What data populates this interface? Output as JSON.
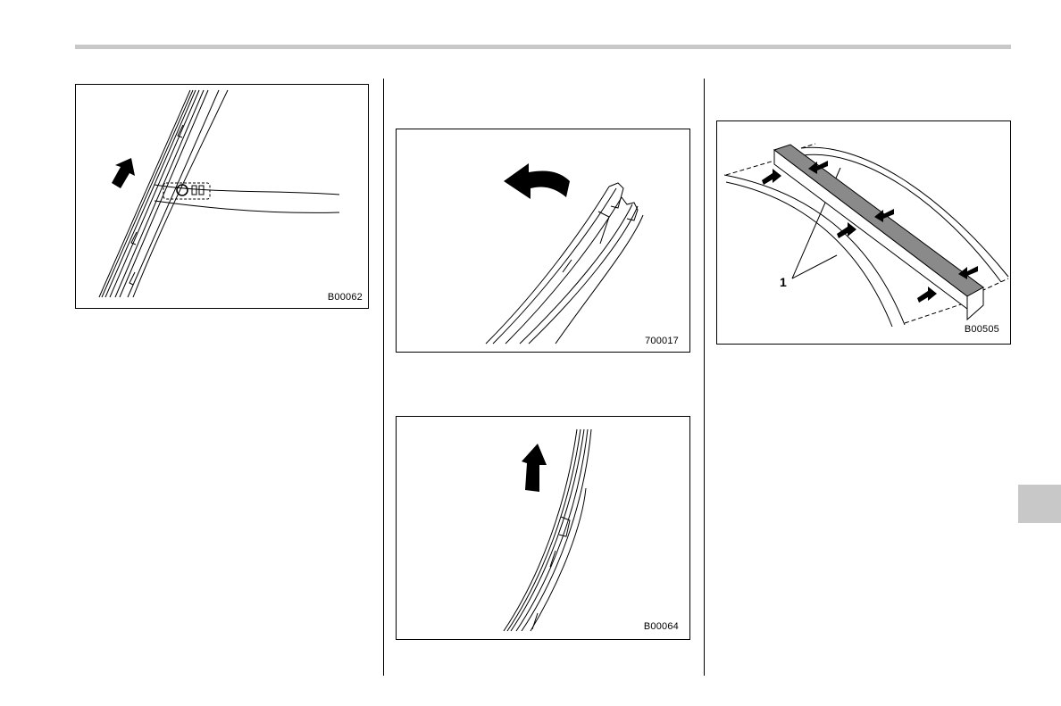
{
  "figures": {
    "fig1": {
      "id": "B00062",
      "icon": "wiper-arm-release-illustration"
    },
    "fig2": {
      "id": "700017",
      "icon": "wiper-blade-rubber-removal-illustration"
    },
    "fig3": {
      "id": "B00064",
      "icon": "wiper-blade-rubber-slide-illustration"
    },
    "fig4": {
      "id": "B00505",
      "icon": "wiper-rubber-retainer-insertion-illustration",
      "callout": "1"
    }
  }
}
